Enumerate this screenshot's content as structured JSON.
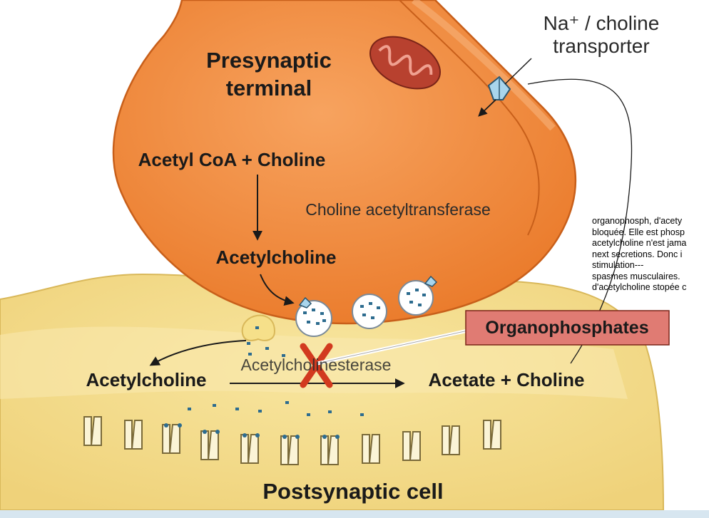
{
  "labels": {
    "presynaptic_line1": "Presynaptic",
    "presynaptic_line2": "terminal",
    "transporter_line1": "Na⁺ / choline",
    "transporter_line2": "transporter",
    "acetyl_coa_choline": "Acetyl CoA + Choline",
    "choline_acetyltransferase": "Choline acetyltransferase",
    "acetylcholine_top": "Acetylcholine",
    "organophosphates": "Organophosphates",
    "acetylcholinesterase": "Acetylcholinesterase",
    "acetylcholine_left": "Acetylcholine",
    "acetate_choline": "Acetate + Choline",
    "postsynaptic_cell": "Postsynaptic cell"
  },
  "note_lines": [
    "organophosph, d'acety",
    "bloquée. Elle est phosp",
    "acetylcholine n'est jama",
    "next secretions. Donc i",
    "stimulation---",
    "spasmes musculaires.",
    "d'acetylcholine stopée c"
  ],
  "colors": {
    "presynaptic_fill": "#f08a3c",
    "presynaptic_light": "#f6b27a",
    "postsynaptic_fill": "#f6e08a",
    "organophosphate_box": "#e07b73",
    "inhibitor_x": "#d23a1f"
  }
}
